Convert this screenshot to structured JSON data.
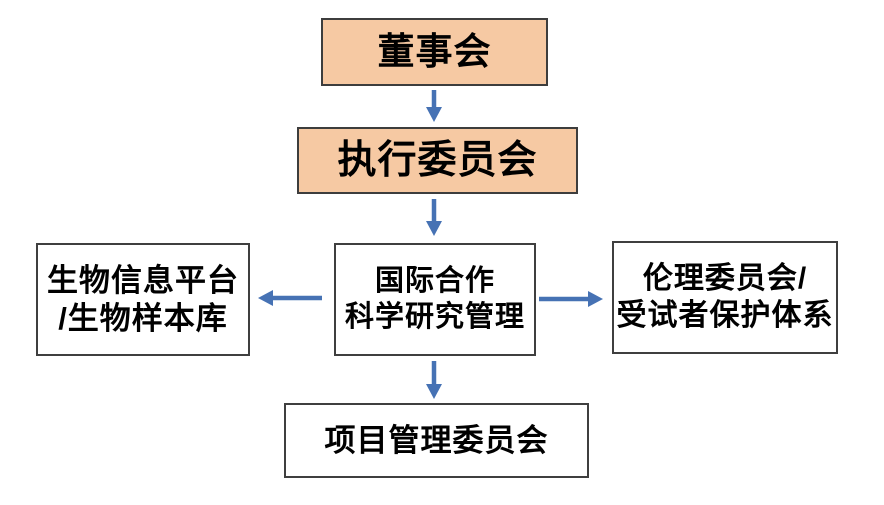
{
  "diagram": {
    "type": "org-flowchart",
    "nodes": {
      "board": {
        "label": "董事会"
      },
      "exec": {
        "label": "执行委员会"
      },
      "left": {
        "line1": "生物信息平台",
        "line2": "/生物样本库"
      },
      "center": {
        "line1": "国际合作",
        "line2": "科学研究管理"
      },
      "right": {
        "line1": "伦理委员会/",
        "line2": "受试者保护体系"
      },
      "bottom": {
        "label": "项目管理委员会"
      }
    },
    "edges": [
      {
        "from": "board",
        "to": "exec",
        "direction": "down"
      },
      {
        "from": "exec",
        "to": "center",
        "direction": "down"
      },
      {
        "from": "center",
        "to": "left",
        "direction": "left"
      },
      {
        "from": "center",
        "to": "right",
        "direction": "right"
      },
      {
        "from": "center",
        "to": "bottom",
        "direction": "down"
      }
    ],
    "colors": {
      "background": "#ffffff",
      "highlight_fill": "#F6C9A3",
      "highlight_border": "#3d3d3d",
      "plain_fill": "#ffffff",
      "plain_border": "#3f3f3f",
      "arrow": "#4672B4",
      "text": "#000000"
    }
  }
}
